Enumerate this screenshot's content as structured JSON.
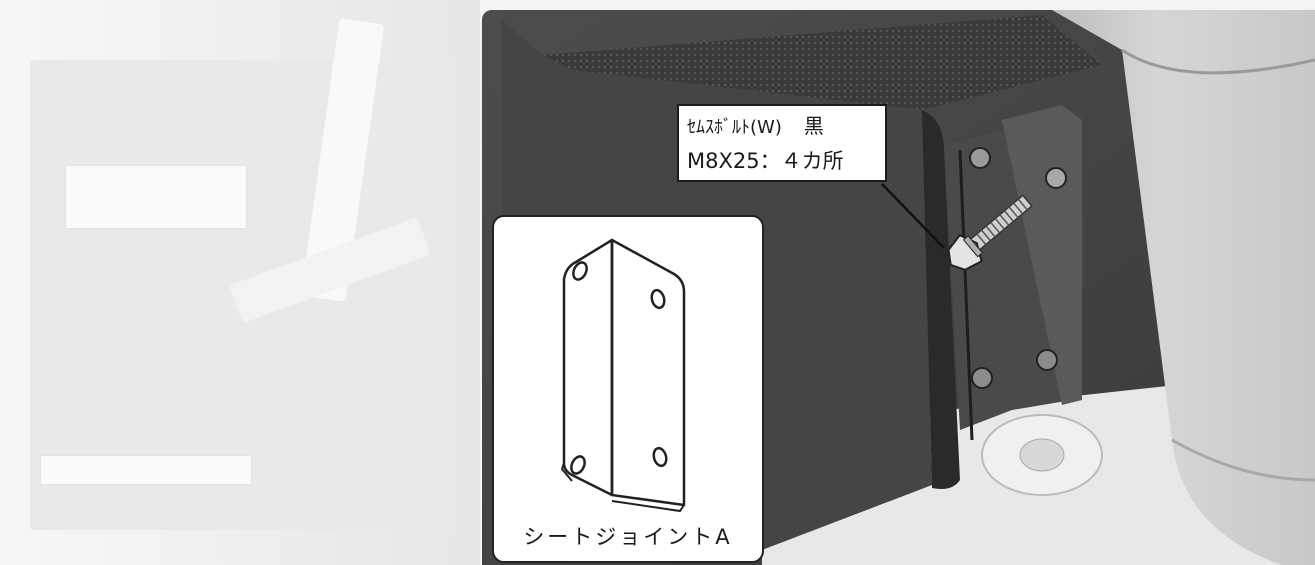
{
  "callout": {
    "part_name": "ｾﾑｽﾎﾞﾙﾄ(W)",
    "color": "黒",
    "spec": "M8X25：４カ所"
  },
  "inset": {
    "caption": "シートジョイントA",
    "icon": "angle-bracket-icon"
  }
}
